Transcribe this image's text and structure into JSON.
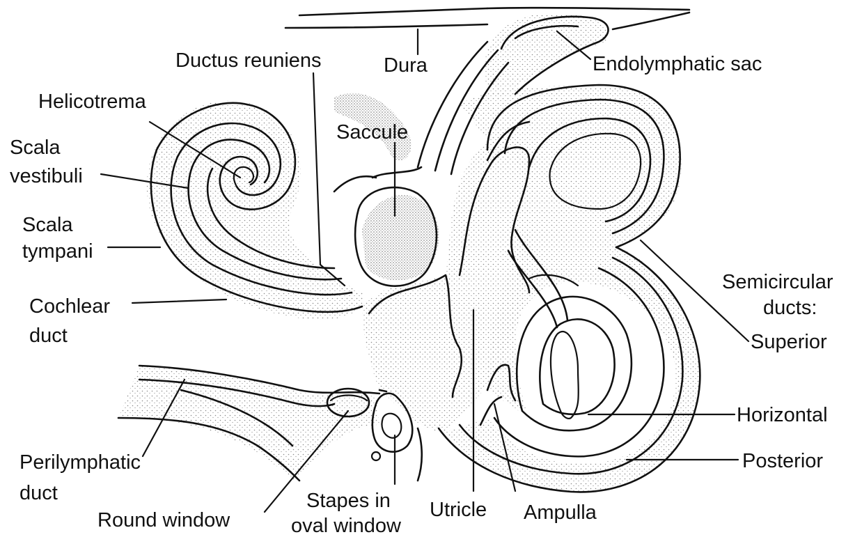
{
  "figure": {
    "labels": {
      "dura": "Dura",
      "endolymphatic_sac": "Endolymphatic sac",
      "ductus_reuniens": "Ductus reuniens",
      "saccule": "Saccule",
      "helicotrema": "Helicotrema",
      "scala_vestibuli_1": "Scala",
      "scala_vestibuli_2": "vestibuli",
      "scala_tympani_1": "Scala",
      "scala_tympani_2": "tympani",
      "cochlear_duct_1": "Cochlear",
      "cochlear_duct_2": "duct",
      "semicircular_ducts_1": "Semicircular",
      "semicircular_ducts_2": "ducts:",
      "superior": "Superior",
      "horizontal": "Horizontal",
      "posterior": "Posterior",
      "perilymphatic_duct_1": "Perilymphatic",
      "perilymphatic_duct_2": "duct",
      "round_window": "Round window",
      "stapes_1": "Stapes in",
      "stapes_2": "oval window",
      "utricle": "Utricle",
      "ampulla": "Ampulla"
    },
    "colors": {
      "ink": "#111111",
      "background": "#ffffff",
      "stipple": "#8a8a8a"
    }
  }
}
